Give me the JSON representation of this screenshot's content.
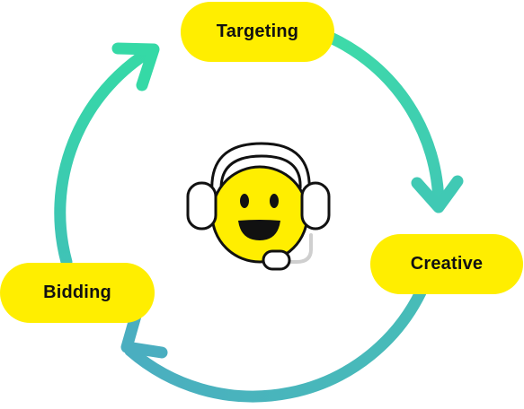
{
  "steps": {
    "targeting": "Targeting",
    "creative": "Creative",
    "bidding": "Bidding"
  },
  "colors": {
    "pill": "#ffee00",
    "arrow_top_right": "#3dd9ad",
    "arrow_bottom": "#4bb2bd",
    "arrow_left": "#3dd9ad",
    "face": "#ffee00",
    "outline": "#111111"
  },
  "icons": {
    "center": "headset-smiley-icon"
  }
}
